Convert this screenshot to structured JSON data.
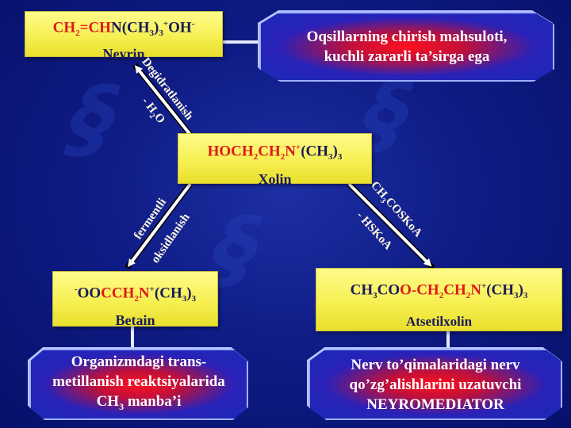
{
  "neyrin": {
    "f1": "CH",
    "f1s": "2",
    "f2": "=CH",
    "f3": "N",
    "f4": "(CH",
    "f4s": "3",
    "f5": ")",
    "f5s": "3",
    "f5p": "+",
    "f6": "OH",
    "f6p": "-",
    "name": "Neyrin"
  },
  "neyrin_note": {
    "line1": "Oqsillarning chirish mahsuloti,",
    "line2": "kuchli zararli ta’sirga ega"
  },
  "xolin": {
    "f1": "HOCH",
    "f1s": "2",
    "f2": "CH",
    "f2s": "2",
    "f3": "N",
    "f3p": "+",
    "f4": "(CH",
    "f4s": "3",
    "f5": ")",
    "f5s": "3",
    "name": "Xolin"
  },
  "betain": {
    "f0": "-",
    "f1": "OO",
    "f2": "C",
    "f3": "CH",
    "f3s": "2",
    "f4": "N",
    "f4p": "+",
    "f5": "(CH",
    "f5s": "3",
    "f6": ")",
    "f6s": "3",
    "name": "Betain"
  },
  "atsetilxolin": {
    "f1": "CH",
    "f1s": "3",
    "f2": "CO",
    "f3": "O-CH",
    "f3s": "2",
    "f4": "CH",
    "f4s": "2",
    "f5": "N",
    "f5p": "+",
    "f6": "(CH",
    "f6s": "3",
    "f7": ")",
    "f7s": "3",
    "name": "Atsetilxolin"
  },
  "betain_note": {
    "line1": "Organizmdagi trans-",
    "line2": "metillanish reaktsiyalarida",
    "line3a": "CH",
    "line3s": "3",
    "line3b": " manba’i"
  },
  "atsetil_note": {
    "line1": "Nerv to’qimalaridagi nerv",
    "line2": "qo’zg’alishlarini uzatuvchi",
    "line3": "NEYROMEDIATOR"
  },
  "arrows": {
    "degidratlanish": "Degidratlanish",
    "h2o_a": "- H",
    "h2o_s": "2",
    "h2o_b": "O",
    "fermentli": "fermentli",
    "oksidlanish": "oksidlanish",
    "ch3coskoa_a": "CH",
    "ch3coskoa_s": "3",
    "ch3coskoa_b": "COSKoA",
    "hskoa": "- HSKoA"
  },
  "colors": {
    "box_yellow": "#f6f053",
    "formula_red": "#e01818",
    "formula_dark": "#1a1a5a",
    "background": "#0f1c86"
  }
}
